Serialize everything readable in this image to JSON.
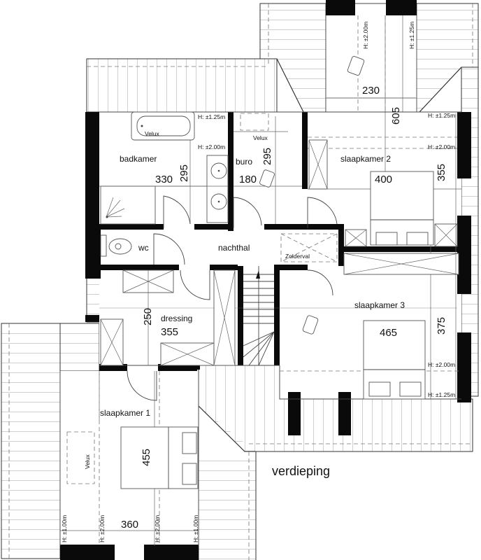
{
  "plan": {
    "title": "verdieping",
    "rooms": {
      "badkamer": {
        "name": "badkamer",
        "width": "330",
        "depth": "295"
      },
      "buro": {
        "name": "buro",
        "width": "180",
        "depth": "295"
      },
      "slaapkamer2": {
        "name": "slaapkamer 2",
        "width": "400",
        "depth": "355",
        "total_depth": "605",
        "dormer_width": "230"
      },
      "wc": {
        "name": "wc"
      },
      "nachthal": {
        "name": "nachthal"
      },
      "dressing": {
        "name": "dressing",
        "width": "355",
        "depth": "250"
      },
      "slaapkamer3": {
        "name": "slaapkamer 3",
        "width": "465",
        "depth": "375"
      },
      "slaapkamer1": {
        "name": "slaapkamer 1",
        "width": "360",
        "depth": "455"
      }
    },
    "labels": {
      "velux": "Velux",
      "zolderval": "Zolderval",
      "h125": "H: ±1.25m",
      "h200": "H: ±2.00m",
      "h100": "H: ±1.00m"
    }
  }
}
